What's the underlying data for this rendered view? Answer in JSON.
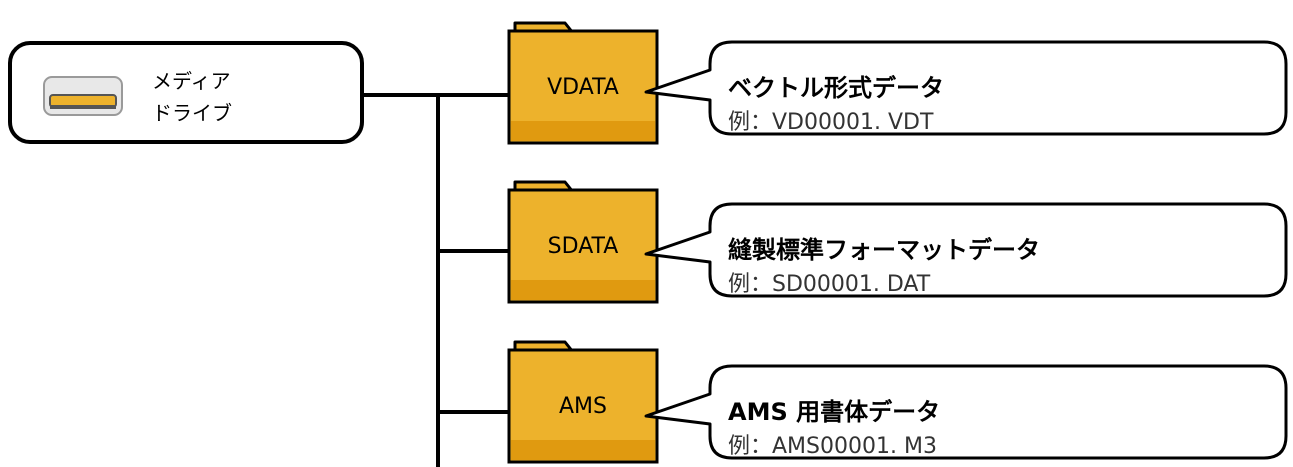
{
  "drive": {
    "line1": "メディア",
    "line2": "ドライブ"
  },
  "folders": [
    {
      "name": "VDATA",
      "description": "ベクトル形式データ",
      "example": "例：VD00001. VDT"
    },
    {
      "name": "SDATA",
      "description": "縫製標準フォーマットデータ",
      "example": "例：SD00001. DAT"
    },
    {
      "name": "AMS",
      "description": "AMS 用書体データ",
      "example": "例：AMS00001. M3"
    }
  ],
  "colors": {
    "folder_fill": "#EDB22C",
    "folder_bottom": "#E09A10",
    "line": "#000000"
  }
}
